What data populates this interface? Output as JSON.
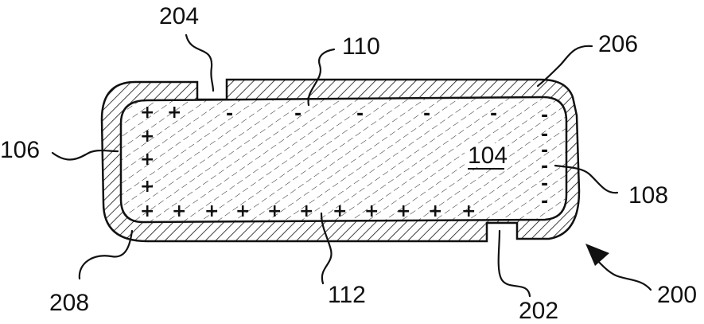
{
  "figure": {
    "labels": {
      "l104": "104",
      "l106": "106",
      "l108": "108",
      "l110": "110",
      "l112": "112",
      "l200": "200",
      "l202": "202",
      "l204": "204",
      "l206": "206",
      "l208": "208"
    },
    "plus_sign": "+",
    "minus_sign": "-"
  }
}
